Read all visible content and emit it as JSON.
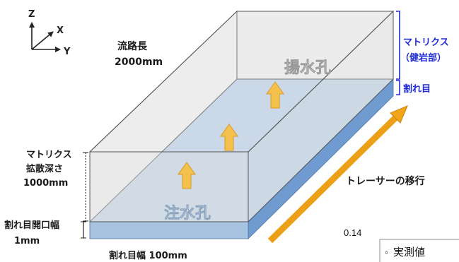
{
  "diagram": {
    "axes": {
      "z": "Z",
      "x": "X",
      "y": "Y"
    },
    "flow_length": {
      "label": "流路長",
      "value": "2000mm"
    },
    "matrix_diffusion": {
      "line1": "マトリクス",
      "line2": "拡散深さ",
      "value": "1000mm"
    },
    "aperture": {
      "label": "割れ目開口幅",
      "value": "1mm"
    },
    "fracture_width": {
      "label": "割れ目幅 100mm"
    },
    "right_labels": {
      "matrix": "マトリクス",
      "intact_rock": "（健岩部）",
      "fracture": "割れ目"
    },
    "wells": {
      "injection": "注水孔",
      "pumping": "揚水孔"
    },
    "tracer_migration": "トレーサーの移行",
    "stray_value": "0.14",
    "legend": {
      "marker": "◦",
      "text": "実測値"
    },
    "colors": {
      "matrix_fill": "#e4e4e4",
      "matrix_stroke": "#555555",
      "fracture_plane": "#b9cde2",
      "fracture_front": "#a7c3df",
      "fracture_side": "#6f9bd0",
      "label_blue": "#1f2bd6",
      "tracer_arrow": "#f2a51a",
      "up_arrow": "#f5c14d"
    }
  }
}
